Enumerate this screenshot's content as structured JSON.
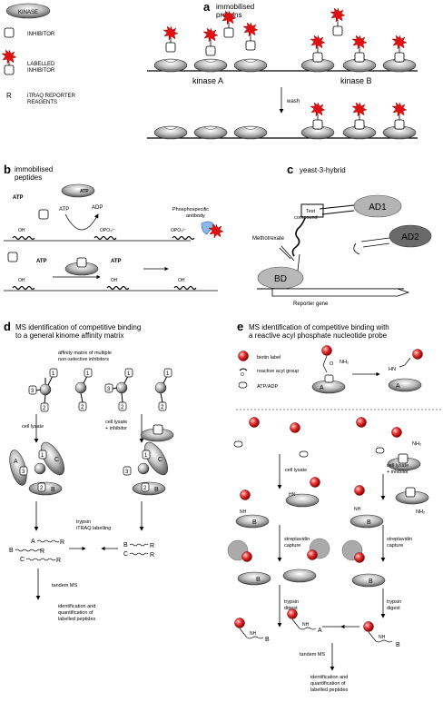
{
  "legend": {
    "kinase": "KINASE",
    "inhibitor": "INHIBITOR",
    "labelled_inhibitor_1": "LABELLED",
    "labelled_inhibitor_2": "INHIBITOR",
    "reporter_letter": "R",
    "reporter_1": "iTRAQ REPORTER",
    "reporter_2": "REAGENTS"
  },
  "panel_a": {
    "letter": "a",
    "title_1": "immobilised",
    "title_2": "proteins",
    "kinase_a": "kinase A",
    "kinase_b": "kinase B",
    "wash": "wash"
  },
  "panel_b": {
    "letter": "b",
    "title_1": "immobilised",
    "title_2": "peptides",
    "atp": "ATP",
    "adp": "ADP",
    "oh": "OH",
    "opo3": "OPO₃²⁻",
    "antibody_1": "Phosphospecific",
    "antibody_2": "antibody"
  },
  "panel_c": {
    "letter": "c",
    "title": "yeast-3-hybrid",
    "test_compound_1": "Test",
    "test_compound_2": "compound",
    "methotrexate": "Methotrexate",
    "ad1": "AD1",
    "ad2": "AD2",
    "bd": "BD",
    "reporter_gene": "Reporter gene"
  },
  "panel_d": {
    "letter": "d",
    "title_1": "MS identification of competitive binding",
    "title_2": "to a general kinome affinity matrix",
    "matrix_1": "affinity matrix of multiple",
    "matrix_2": "non-selective inhibitors",
    "cell_lysate": "cell lysate",
    "cell_lysate_inhib_1": "cell lysate",
    "cell_lysate_inhib_2": "+ inhibitor",
    "trypsin": "trypsin",
    "itraq": "iTRAQ labelling",
    "tandem_ms": "tandem MS",
    "ident_1": "identification and",
    "ident_2": "quantification of",
    "ident_3": "labelled peptides"
  },
  "panel_e": {
    "letter": "e",
    "title_1": "MS identification of competitive binding with",
    "title_2": "a reactive acyl phosphate nucleotide probe",
    "biotin": "biotin label",
    "acyl": "reactive acyl group",
    "atp_adp": "ATP/ADP",
    "cell_lysate": "cell lysate",
    "cell_lysate_inhib_1": "cell lysate",
    "cell_lysate_inhib_2": "+ inhibitor",
    "strep_1": "streptavidin",
    "strep_2": "capture",
    "trypsin_1": "trypsin",
    "trypsin_2": "digest",
    "tandem_ms": "tandem MS",
    "ident_1": "identification and",
    "ident_2": "quantification of",
    "ident_3": "labelled peptides",
    "nh2": "NH₂",
    "nh": "NH",
    "hn": "HN",
    "o": "O",
    "letter_a": "A",
    "letter_b": "B"
  }
}
